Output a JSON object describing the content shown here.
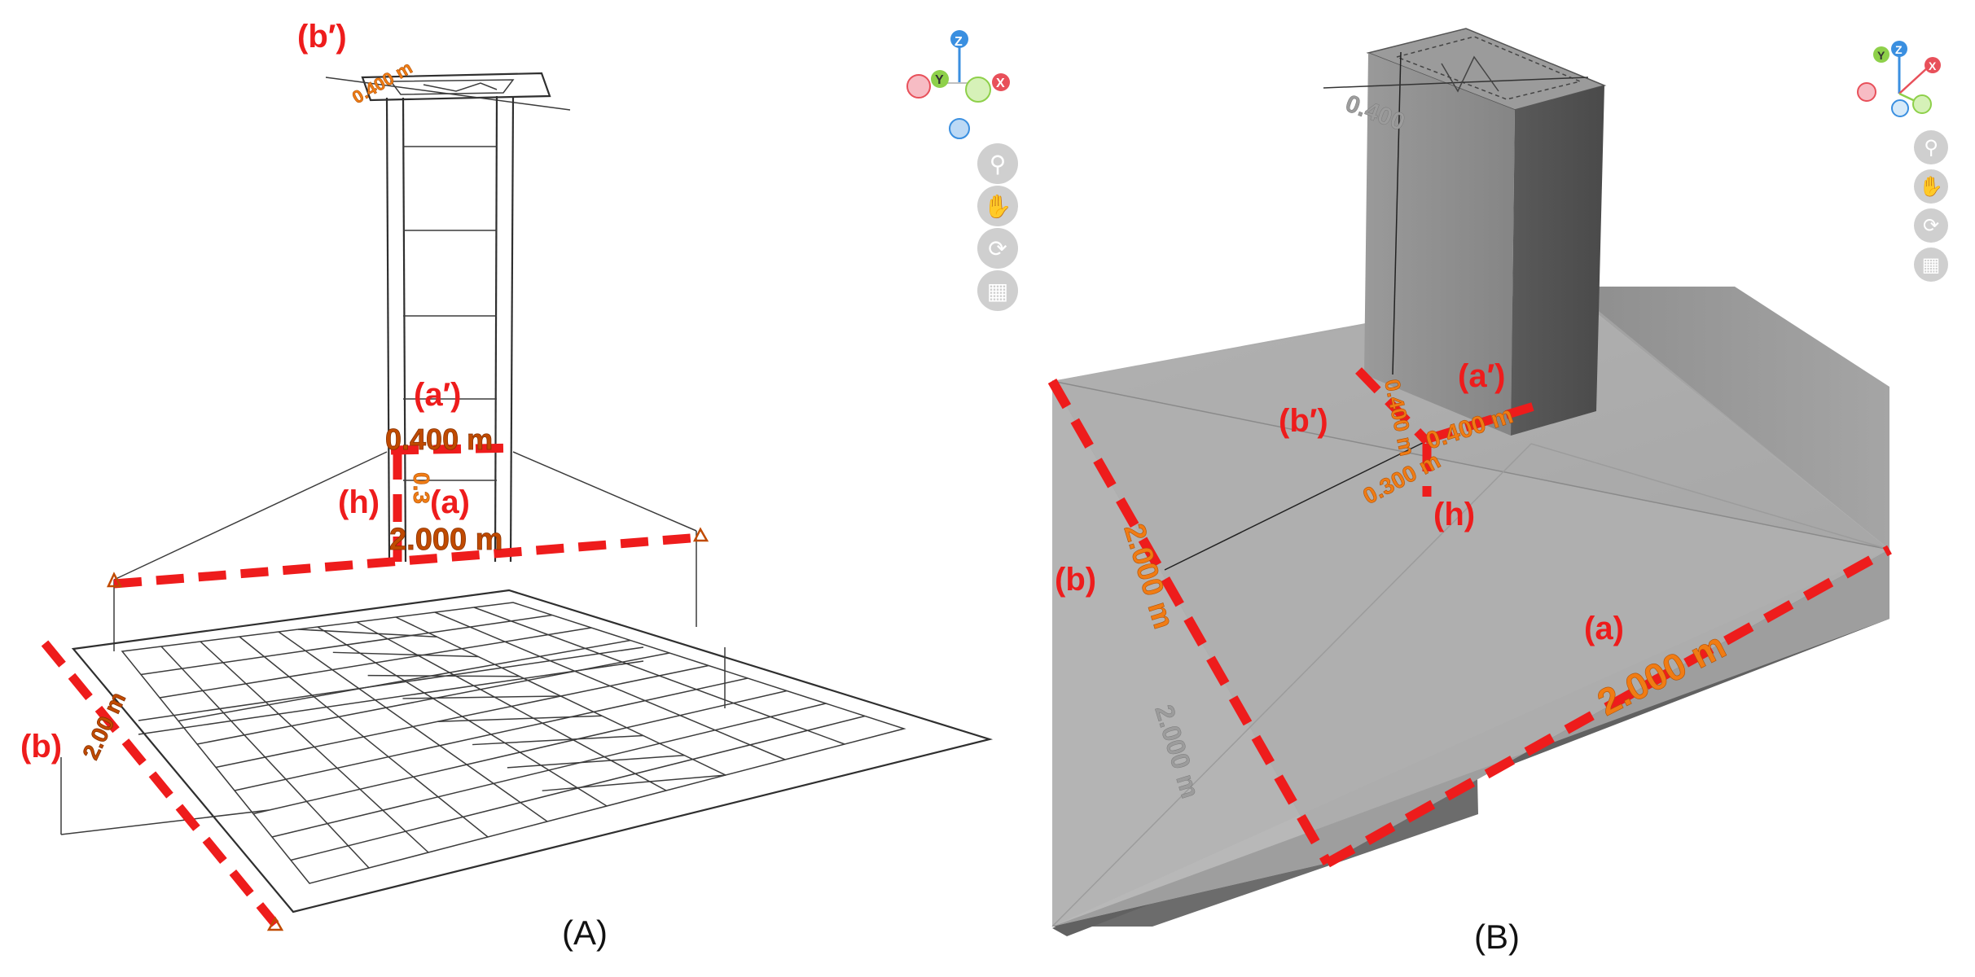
{
  "panel_a": {
    "caption": "(A)",
    "labels": {
      "a": "(a)",
      "a_prime": "(a′)",
      "b": "(b)",
      "b_prime": "(b′)",
      "h": "(h)"
    },
    "dimensions": {
      "a_prime": "0.400 m",
      "a": "2.000 m",
      "b": "2.00 m",
      "h": "0.3",
      "b_prime": "0.400 m"
    },
    "gizmo_axes": [
      "Z",
      "Y",
      "X"
    ],
    "tools": [
      "zoom-icon",
      "pan-hand-icon",
      "orbit-camera-icon",
      "grid-view-icon"
    ]
  },
  "panel_b": {
    "caption": "(B)",
    "labels": {
      "a": "(a)",
      "a_prime": "(a′)",
      "b": "(b)",
      "b_prime": "(b′)",
      "h": "(h)"
    },
    "dimensions": {
      "a": "2.000 m",
      "a_prime": "0.400 m",
      "b_prime": "0.400 m",
      "h": "0.300 m",
      "b": "2.000 m",
      "b_ghost": "2.000 m",
      "top_ghost": "0.400"
    },
    "gizmo_axes": [
      "Y",
      "Z",
      "X"
    ],
    "tools": [
      "zoom-icon",
      "pan-hand-icon",
      "orbit-camera-icon",
      "grid-view-icon"
    ]
  },
  "colors": {
    "callout": "#ee1c1c",
    "dim_dark": "#c04a00",
    "dim_orange": "#f07c14",
    "axis_x": "#e8505a",
    "axis_y": "#8ed04a",
    "axis_z": "#3a8fe0"
  }
}
